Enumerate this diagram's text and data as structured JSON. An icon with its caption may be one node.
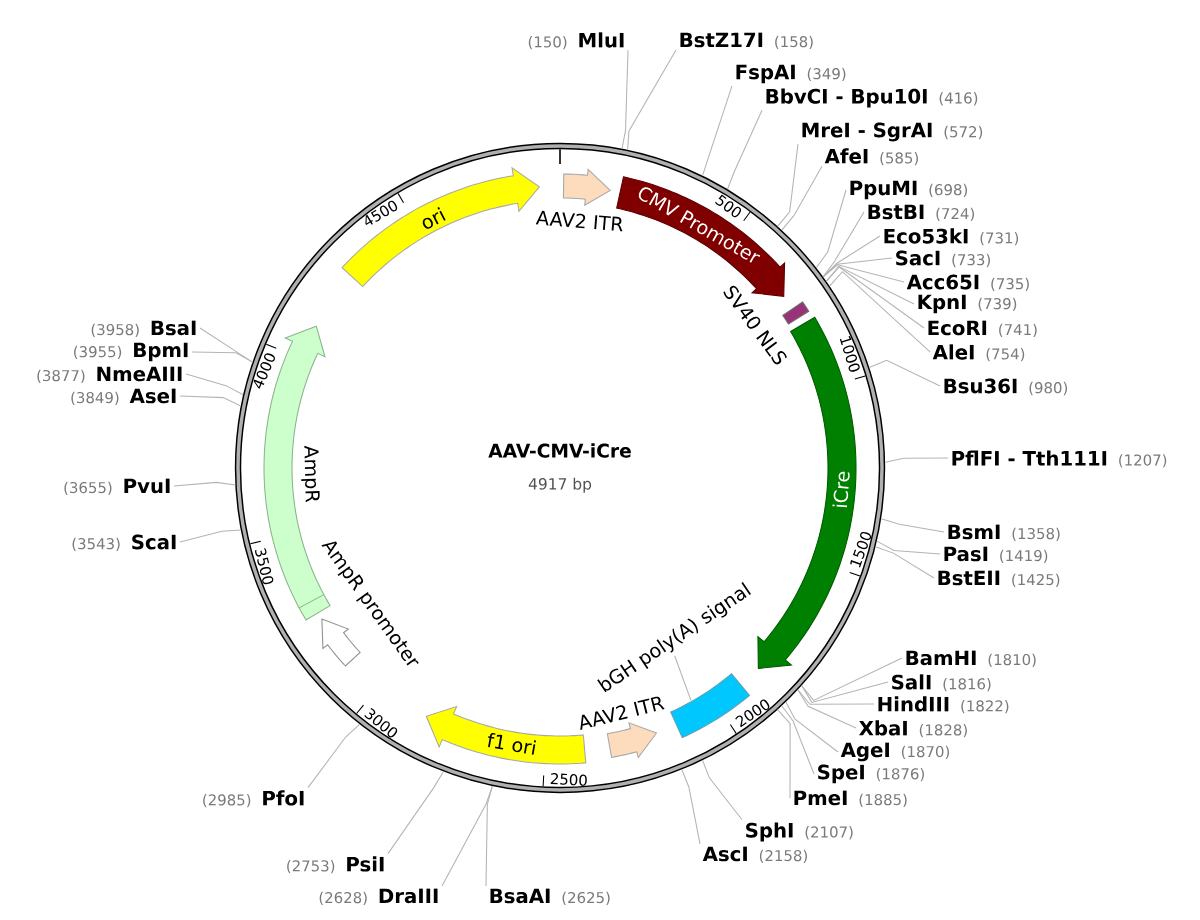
{
  "diagram": {
    "nodes": [
      {
        "text": [
          "AAV-CMV-iCre",
          "4917 bp"
        ]
      },
      {
        "text": [
          "AAV2 ITR"
        ],
        "in": 0
      },
      {
        "text": [
          "CMV Promoter"
        ],
        "in": 0
      },
      {
        "text": [
          "SV40 NLS"
        ],
        "in": 0
      },
      {
        "text": [
          "iCre"
        ],
        "in": 0
      },
      {
        "text": [
          "bGH poly(A) signal"
        ],
        "in": 0
      },
      {
        "text": [
          "AAV2 ITR"
        ],
        "in": 0
      },
      {
        "text": [
          "f1 ori"
        ],
        "in": 0
      },
      {
        "text": [
          "AmpR promoter"
        ],
        "in": 0
      },
      {
        "text": [
          "AmpR"
        ],
        "in": 0
      },
      {
        "text": [
          "ori"
        ],
        "in": 0
      },
      {
        "text": [
          "MluI"
        ],
        "beside": [
          "(150)"
        ]
      },
      {
        "text": [
          "BstZ17I"
        ],
        "beside": [
          "(158)"
        ]
      },
      {
        "text": [
          "FspAI"
        ],
        "beside": [
          "(349)"
        ]
      },
      {
        "text": [
          "BbvCI - Bpu10I"
        ],
        "beside": [
          "(416)"
        ]
      },
      {
        "text": [
          "MreI - SgrAI"
        ],
        "beside": [
          "(572)"
        ]
      },
      {
        "text": [
          "AfeI"
        ],
        "beside": [
          "(585)"
        ]
      },
      {
        "text": [
          "PpuMI"
        ],
        "beside": [
          "(698)"
        ]
      },
      {
        "text": [
          "BstBI"
        ],
        "beside": [
          "(724)"
        ]
      },
      {
        "text": [
          "Eco53kI"
        ],
        "beside": [
          "(731)"
        ]
      },
      {
        "text": [
          "SacI"
        ],
        "beside": [
          "(733)"
        ]
      },
      {
        "text": [
          "Acc65I"
        ],
        "beside": [
          "(735)"
        ]
      },
      {
        "text": [
          "KpnI"
        ],
        "beside": [
          "(739)"
        ]
      },
      {
        "text": [
          "EcoRI"
        ],
        "beside": [
          "(741)"
        ]
      },
      {
        "text": [
          "AleI"
        ],
        "beside": [
          "(754)"
        ]
      },
      {
        "text": [
          "Bsu36I"
        ],
        "beside": [
          "(980)"
        ]
      },
      {
        "text": [
          "PflFI - Tth111I"
        ],
        "beside": [
          "(1207)"
        ]
      },
      {
        "text": [
          "BsmI"
        ],
        "beside": [
          "(1358)"
        ]
      },
      {
        "text": [
          "PasI"
        ],
        "beside": [
          "(1419)"
        ]
      },
      {
        "text": [
          "BstEII"
        ],
        "beside": [
          "(1425)"
        ]
      },
      {
        "text": [
          "BamHI"
        ],
        "beside": [
          "(1810)"
        ]
      },
      {
        "text": [
          "SalI"
        ],
        "beside": [
          "(1816)"
        ]
      },
      {
        "text": [
          "HindIII"
        ],
        "beside": [
          "(1822)"
        ]
      },
      {
        "text": [
          "XbaI"
        ],
        "beside": [
          "(1828)"
        ]
      },
      {
        "text": [
          "AgeI"
        ],
        "beside": [
          "(1870)"
        ]
      },
      {
        "text": [
          "SpeI"
        ],
        "beside": [
          "(1876)"
        ]
      },
      {
        "text": [
          "PmeI"
        ],
        "beside": [
          "(1885)"
        ]
      },
      {
        "text": [
          "SphI"
        ],
        "beside": [
          "(2107)"
        ]
      },
      {
        "text": [
          "AscI"
        ],
        "beside": [
          "(2158)"
        ]
      },
      {
        "text": [
          "BsaAI"
        ],
        "beside": [
          "(2625)"
        ]
      },
      {
        "text": [
          "DraIII"
        ],
        "beside": [
          "(2628)"
        ]
      },
      {
        "text": [
          "PsiI"
        ],
        "beside": [
          "(2753)"
        ]
      },
      {
        "text": [
          "PfoI"
        ],
        "beside": [
          "(2985)"
        ]
      },
      {
        "text": [
          "ScaI"
        ],
        "beside": [
          "(3543)"
        ]
      },
      {
        "text": [
          "PvuI"
        ],
        "beside": [
          "(3655)"
        ]
      },
      {
        "text": [
          "AseI"
        ],
        "beside": [
          "(3849)"
        ]
      },
      {
        "text": [
          "NmeAIII"
        ],
        "beside": [
          "(3877)"
        ]
      },
      {
        "text": [
          "BpmI"
        ],
        "beside": [
          "(3955)"
        ]
      },
      {
        "text": [
          "BsaI"
        ],
        "beside": [
          "(3958)"
        ]
      }
    ],
    "edges": [
      {
        "from": 11,
        "to": 0,
        "arrow": "none"
      },
      {
        "from": 12,
        "to": 0,
        "arrow": "none"
      },
      {
        "from": 13,
        "to": 0,
        "arrow": "none"
      },
      {
        "from": 14,
        "to": 0,
        "arrow": "none"
      },
      {
        "from": 15,
        "to": 0,
        "arrow": "none"
      },
      {
        "from": 16,
        "to": 0,
        "arrow": "none"
      },
      {
        "from": 17,
        "to": 0,
        "arrow": "none"
      },
      {
        "from": 18,
        "to": 0,
        "arrow": "none"
      },
      {
        "from": 19,
        "to": 0,
        "arrow": "none"
      },
      {
        "from": 20,
        "to": 0,
        "arrow": "none"
      },
      {
        "from": 21,
        "to": 0,
        "arrow": "none"
      },
      {
        "from": 22,
        "to": 0,
        "arrow": "none"
      },
      {
        "from": 23,
        "to": 0,
        "arrow": "none"
      },
      {
        "from": 24,
        "to": 0,
        "arrow": "none"
      },
      {
        "from": 25,
        "to": 0,
        "arrow": "none"
      },
      {
        "from": 26,
        "to": 0,
        "arrow": "none"
      },
      {
        "from": 27,
        "to": 0,
        "arrow": "none"
      },
      {
        "from": 28,
        "to": 0,
        "arrow": "none"
      },
      {
        "from": 29,
        "to": 0,
        "arrow": "none"
      },
      {
        "from": 30,
        "to": 0,
        "arrow": "none"
      },
      {
        "from": 31,
        "to": 0,
        "arrow": "none"
      },
      {
        "from": 32,
        "to": 0,
        "arrow": "none"
      },
      {
        "from": 33,
        "to": 0,
        "arrow": "none"
      },
      {
        "from": 34,
        "to": 0,
        "arrow": "none"
      },
      {
        "from": 35,
        "to": 0,
        "arrow": "none"
      },
      {
        "from": 36,
        "to": 0,
        "arrow": "none"
      },
      {
        "from": 37,
        "to": 0,
        "arrow": "none"
      },
      {
        "from": 38,
        "to": 0,
        "arrow": "none"
      },
      {
        "from": 39,
        "to": 0,
        "arrow": "none"
      },
      {
        "from": 40,
        "to": 0,
        "arrow": "none"
      },
      {
        "from": 41,
        "to": 0,
        "arrow": "none"
      },
      {
        "from": 42,
        "to": 0,
        "arrow": "none"
      },
      {
        "from": 43,
        "to": 0,
        "arrow": "none"
      },
      {
        "from": 44,
        "to": 0,
        "arrow": "none"
      },
      {
        "from": 45,
        "to": 0,
        "arrow": "none"
      },
      {
        "from": 46,
        "to": 0,
        "arrow": "none"
      },
      {
        "from": 47,
        "to": 0,
        "arrow": "none"
      },
      {
        "from": 48,
        "to": 0,
        "arrow": "none"
      }
    ],
    "labels": [
      "500",
      "1000",
      "1500",
      "2000",
      "2500",
      "3000",
      "3500",
      "4000",
      "4500"
    ]
  }
}
